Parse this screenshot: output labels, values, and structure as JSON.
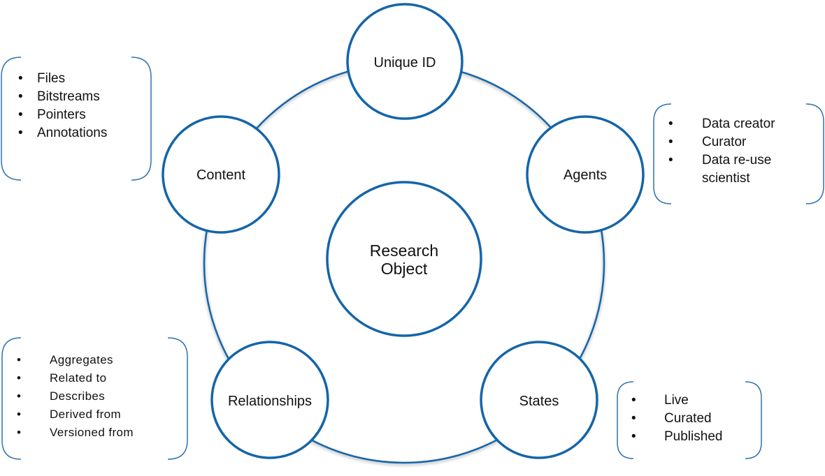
{
  "colors": {
    "stroke": "#1565a8",
    "ring": "#1565a8",
    "bracket": "#2f72ae",
    "text": "#111111",
    "fill": "#ffffff"
  },
  "center": {
    "line1": "Research",
    "line2": "Object"
  },
  "nodes": {
    "unique_id": "Unique ID",
    "content": "Content",
    "agents": "Agents",
    "relationships": "Relationships",
    "states": "States"
  },
  "lists": {
    "content": [
      "Files",
      "Bitstreams",
      "Pointers",
      "Annotations"
    ],
    "agents": [
      "Data creator",
      "Curator",
      "Data re-use scientist"
    ],
    "relationships": [
      "Aggregates",
      "Related to",
      "Describes",
      "Derived from",
      "Versioned from"
    ],
    "states": [
      "Live",
      "Curated",
      "Published"
    ]
  },
  "bullet_char": "•"
}
